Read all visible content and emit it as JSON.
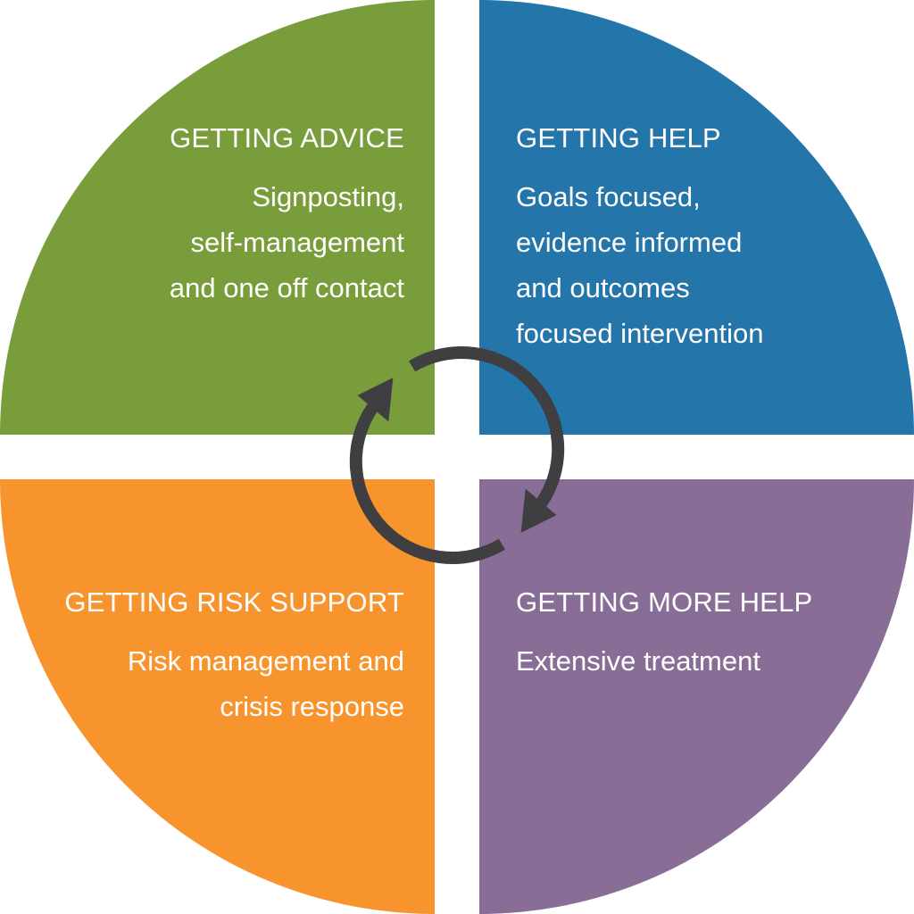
{
  "colors": {
    "advice": "#789d3a",
    "help": "#2475aa",
    "risk": "#f7942e",
    "more_help": "#886e96",
    "cycle_arrow": "#3f3f41",
    "gap": "#ffffff"
  },
  "quadrants": {
    "advice": {
      "title": "GETTING ADVICE",
      "lines": [
        "Signposting,",
        "self-management",
        "and one off contact"
      ]
    },
    "help": {
      "title": "GETTING HELP",
      "lines": [
        "Goals focused,",
        "evidence informed",
        "and outcomes",
        "focused intervention"
      ]
    },
    "risk": {
      "title": "GETTING RISK SUPPORT",
      "lines": [
        "Risk management and",
        "crisis response"
      ]
    },
    "more_help": {
      "title": "GETTING MORE HELP",
      "lines": [
        "Extensive treatment"
      ]
    }
  },
  "icons": {
    "center": "cycle-arrows-icon"
  }
}
